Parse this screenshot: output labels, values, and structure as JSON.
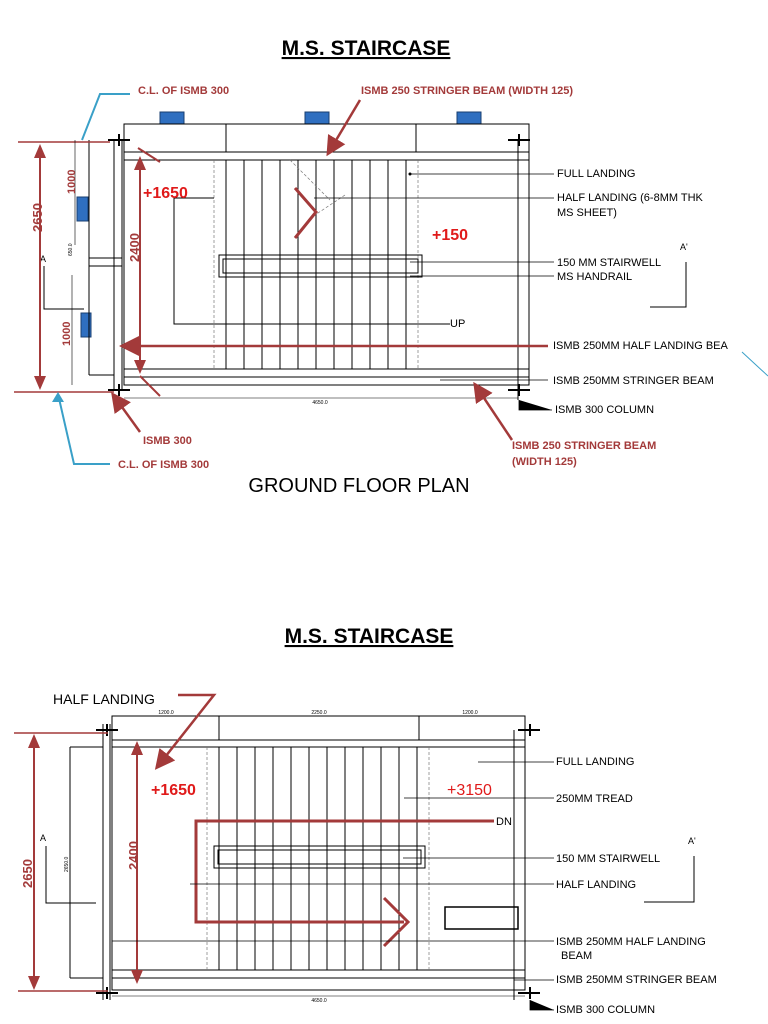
{
  "sheet1": {
    "title": "M.S. STAIRCASE",
    "plan_title": "GROUND FLOOR PLAN",
    "red_labels": {
      "cl_top": "C.L. OF ISMB 300",
      "stringer_top": "ISMB  250 STRINGER BEAM (WIDTH 125)",
      "ismb300": "ISMB 300",
      "cl_bottom": "C.L. OF ISMB 300",
      "stringer_bottom_1": "ISMB  250 STRINGER BEAM",
      "stringer_bottom_2": "(WIDTH 125)"
    },
    "callouts": {
      "full_landing": "FULL LANDING",
      "half_landing_1": "HALF LANDING (6-8MM THK",
      "half_landing_2": "MS SHEET)",
      "stairwell": "150 MM STAIRWELL",
      "handrail": "MS HANDRAIL",
      "up": "UP",
      "half_landing_beam": "ISMB 250MM HALF LANDING BEA",
      "stringer_beam": "ISMB 250MM STRINGER BEAM",
      "column": "ISMB 300 COLUMN"
    },
    "levels": {
      "left": "+1650",
      "right": "+150"
    },
    "dims": {
      "overall": "2650",
      "inner": "2400",
      "upper": "1000",
      "lower": "1000",
      "length": "4650.0",
      "small_v": "650.0"
    },
    "section_marks": {
      "left": "A",
      "right": "A'"
    }
  },
  "sheet2": {
    "title": "M.S. STAIRCASE",
    "half_landing_label": "HALF LANDING",
    "callouts": {
      "full_landing": "FULL LANDING",
      "tread": "250MM TREAD",
      "dn": "DN",
      "stairwell": "150 MM STAIRWELL",
      "half_landing": "HALF LANDING",
      "half_landing_beam_1": "ISMB 250MM HALF LANDING",
      "half_landing_beam_2": "BEAM",
      "stringer_beam": "ISMB 250MM STRINGER BEAM",
      "column": "ISMB 300 COLUMN"
    },
    "levels": {
      "left": "+1650",
      "right": "+3150"
    },
    "dims": {
      "overall": "2650",
      "inner": "2400",
      "top_left": "1200.0",
      "top_mid": "2250.0",
      "top_right": "1200.0",
      "length": "4650.0",
      "small_v": "2650.0"
    },
    "section_marks": {
      "left": "A",
      "right": "A'"
    }
  },
  "colors": {
    "red_arrow": "#a33a3a",
    "red_level": "#e01a1a",
    "blue_callout": "#3aa0c8",
    "blue_block": "#2f6fc0"
  }
}
